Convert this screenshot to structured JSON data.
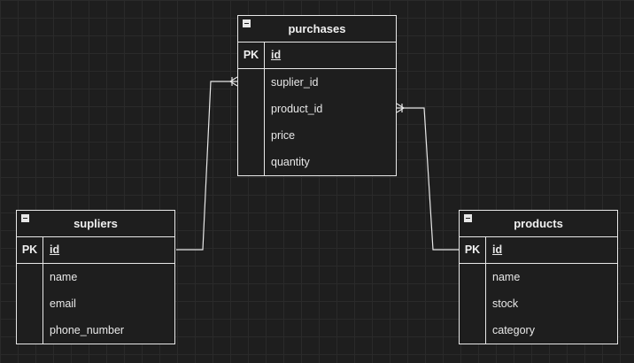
{
  "tables": {
    "purchases": {
      "title": "purchases",
      "pk_label": "PK",
      "pk_field": "id",
      "fields": [
        "suplier_id",
        "product_id",
        "price",
        "quantity"
      ]
    },
    "supliers": {
      "title": "supliers",
      "pk_label": "PK",
      "pk_field": "id",
      "fields": [
        "name",
        "email",
        "phone_number"
      ]
    },
    "products": {
      "title": "products",
      "pk_label": "PK",
      "pk_field": "id",
      "fields": [
        "name",
        "stock",
        "category"
      ]
    }
  },
  "relationships": [
    {
      "from": "supliers.id",
      "to": "purchases.suplier_id",
      "cardinality": "one-to-many"
    },
    {
      "from": "products.id",
      "to": "purchases.product_id",
      "cardinality": "one-to-many"
    }
  ],
  "colors": {
    "background": "#1e1e1e",
    "grid": "#2a2a2a",
    "stroke": "#e8e8e8"
  }
}
